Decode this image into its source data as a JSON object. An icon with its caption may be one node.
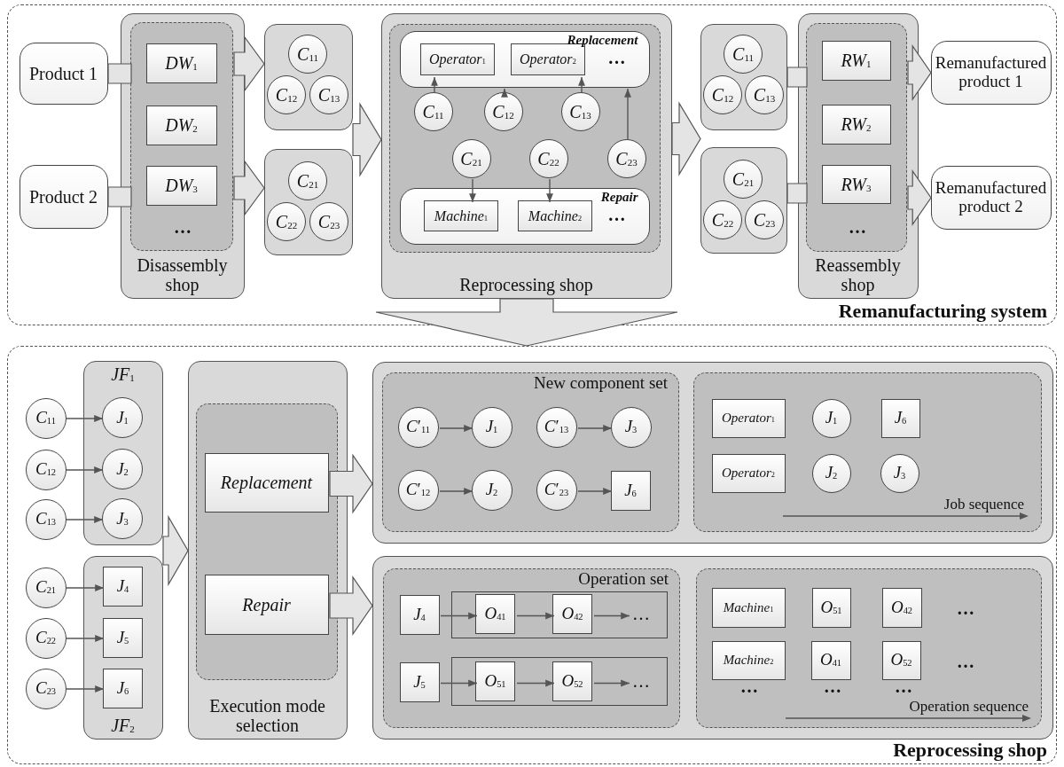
{
  "diagram": {
    "nodes": [
      {
        "text": [
          "Remanufacturing system"
        ]
      },
      {
        "text": [
          "Product 1"
        ],
        "in": 0
      },
      {
        "text": [
          "Product 2"
        ],
        "in": 0
      },
      {
        "text": [
          "Disassembly shop"
        ],
        "in": 0
      },
      {
        "text": [],
        "shape": "box",
        "in": 3
      },
      {
        "text": [
          "*DW*$_{1}$"
        ],
        "in": 4
      },
      {
        "text": [
          "*DW*$_{2}$"
        ],
        "in": 4
      },
      {
        "text": [
          "*DW*$_{3}$"
        ],
        "in": 4
      },
      {
        "text": [],
        "shape": "box",
        "in": 0
      },
      {
        "text": [
          "*C*$_{11}$"
        ],
        "in": 8
      },
      {
        "text": [
          "*C*$_{12}$"
        ],
        "in": 8
      },
      {
        "text": [
          "*C*$_{13}$"
        ],
        "in": 8
      },
      {
        "text": [],
        "shape": "box",
        "in": 0
      },
      {
        "text": [
          "*C*$_{21}$"
        ],
        "in": 12
      },
      {
        "text": [
          "*C*$_{22}$"
        ],
        "in": 12
      },
      {
        "text": [
          "*C*$_{23}$"
        ],
        "in": 12
      },
      {
        "text": [
          "Reprocessing shop"
        ],
        "in": 0
      },
      {
        "text": [],
        "shape": "box",
        "in": 16
      },
      {
        "text": [
          "Replacement",
          "…"
        ],
        "in": 17
      },
      {
        "text": [
          "*Operator*$_{1}$"
        ],
        "in": 18
      },
      {
        "text": [
          "*Operator*$_{2}$"
        ],
        "in": 18
      },
      {
        "text": [
          "*C*$_{11}$"
        ],
        "in": 17
      },
      {
        "text": [
          "*C*$_{12}$"
        ],
        "in": 17
      },
      {
        "text": [
          "*C*$_{13}$"
        ],
        "in": 17
      },
      {
        "text": [
          "*C*$_{21}$"
        ],
        "in": 17
      },
      {
        "text": [
          "*C*$_{22}$"
        ],
        "in": 17
      },
      {
        "text": [
          "*C*$_{23}$"
        ],
        "in": 17
      },
      {
        "text": [
          "Repair",
          "…"
        ],
        "in": 17
      },
      {
        "text": [
          "*Machine*$_{1}$"
        ],
        "in": 27
      },
      {
        "text": [
          "*Machine*$_{2}$"
        ],
        "in": 27
      },
      {
        "text": [],
        "shape": "box",
        "in": 0
      },
      {
        "text": [
          "*C*$_{11}$"
        ],
        "in": 30
      },
      {
        "text": [
          "*C*$_{12}$"
        ],
        "in": 30
      },
      {
        "text": [
          "*C*$_{13}$"
        ],
        "in": 30
      },
      {
        "text": [],
        "shape": "box",
        "in": 0
      },
      {
        "text": [
          "*C*$_{21}$"
        ],
        "in": 34
      },
      {
        "text": [
          "*C*$_{22}$"
        ],
        "in": 34
      },
      {
        "text": [
          "*C*$_{23}$"
        ],
        "in": 34
      },
      {
        "text": [
          "Reassembly shop"
        ],
        "in": 0
      },
      {
        "text": [],
        "shape": "box",
        "in": 38
      },
      {
        "text": [
          "*RW*$_{1}$"
        ],
        "in": 39
      },
      {
        "text": [
          "*RW*$_{2}$"
        ],
        "in": 39
      },
      {
        "text": [
          "*RW*$_{3}$"
        ],
        "in": 39
      },
      {
        "text": [
          "Remanufactured product 1"
        ],
        "in": 0
      },
      {
        "text": [
          "Remanufactured product 2"
        ],
        "in": 0
      },
      {
        "text": [
          "Reprocessing shop"
        ]
      },
      {
        "text": [
          "*C*$_{11}$"
        ],
        "in": 45
      },
      {
        "text": [
          "*C*$_{12}$"
        ],
        "in": 45
      },
      {
        "text": [
          "*C*$_{13}$"
        ],
        "in": 45
      },
      {
        "text": [
          "*JF*$_{1}$"
        ],
        "in": 45
      },
      {
        "text": [
          "*J*$_{1}$"
        ],
        "in": 49
      },
      {
        "text": [
          "*J*$_{2}$"
        ],
        "in": 49
      },
      {
        "text": [
          "*J*$_{3}$"
        ],
        "in": 49
      },
      {
        "text": [
          "*C*$_{21}$"
        ],
        "in": 45
      },
      {
        "text": [
          "*C*$_{22}$"
        ],
        "in": 45
      },
      {
        "text": [
          "*C*$_{23}$"
        ],
        "in": 45
      },
      {
        "text": [
          "*JF*$_{2}$"
        ],
        "in": 45
      },
      {
        "text": [
          "*J*$_{4}$"
        ],
        "in": 56
      },
      {
        "text": [
          "*J*$_{5}$"
        ],
        "in": 56
      },
      {
        "text": [
          "*J*$_{6}$"
        ],
        "in": 56
      },
      {
        "text": [
          "Execution mode selection"
        ],
        "in": 45
      },
      {
        "text": [],
        "shape": "box",
        "in": 60
      },
      {
        "text": [
          "Replacement"
        ],
        "in": 61
      },
      {
        "text": [
          "Repair"
        ],
        "in": 61
      },
      {
        "text": [],
        "shape": "box",
        "in": 45
      },
      {
        "text": [
          "New component set"
        ],
        "in": 64
      },
      {
        "text": [
          "*C*′$_{11}$"
        ],
        "in": 65
      },
      {
        "text": [
          "*J*$_{1}$"
        ],
        "in": 65
      },
      {
        "text": [
          "*C*′$_{13}$"
        ],
        "in": 65
      },
      {
        "text": [
          "*J*$_{3}$"
        ],
        "in": 65
      },
      {
        "text": [
          "*C*′$_{12}$"
        ],
        "in": 65
      },
      {
        "text": [
          "*J*$_{2}$"
        ],
        "in": 65
      },
      {
        "text": [
          "*C*′$_{23}$"
        ],
        "in": 65
      },
      {
        "text": [
          "*J*$_{6}$"
        ],
        "in": 65
      },
      {
        "text": [],
        "shape": "box",
        "in": 64
      },
      {
        "text": [
          "*Operator*$_{1}$"
        ],
        "in": 74
      },
      {
        "text": [
          "*J*$_{1}$"
        ],
        "in": 74
      },
      {
        "text": [
          "*J*$_{6}$"
        ],
        "in": 74
      },
      {
        "text": [
          "*Operator*$_{2}$"
        ],
        "in": 74
      },
      {
        "text": [
          "*J*$_{2}$"
        ],
        "in": 74
      },
      {
        "text": [
          "*J*$_{3}$"
        ],
        "in": 74
      },
      {
        "text": [],
        "shape": "box",
        "in": 45
      },
      {
        "text": [
          "Operation set"
        ],
        "in": 81
      },
      {
        "text": [
          "*J*$_{4}$"
        ],
        "in": 82
      },
      {
        "text": [],
        "shape": "box",
        "in": 82
      },
      {
        "text": [
          "*O*$_{41}$"
        ],
        "in": 84
      },
      {
        "text": [
          "*O*$_{42}$"
        ],
        "in": 84
      },
      {
        "text": [
          "…"
        ],
        "in": 84
      },
      {
        "text": [
          "*J*$_{5}$"
        ],
        "in": 82
      },
      {
        "text": [],
        "shape": "box",
        "in": 82
      },
      {
        "text": [
          "*O*$_{51}$"
        ],
        "in": 89
      },
      {
        "text": [
          "*O*$_{52}$"
        ],
        "in": 89
      },
      {
        "text": [
          "…"
        ],
        "in": 89
      },
      {
        "text": [],
        "shape": "box",
        "in": 81
      },
      {
        "text": [
          "*Machine*$_{1}$"
        ],
        "in": 93
      },
      {
        "text": [
          "*O*$_{51}$"
        ],
        "in": 93
      },
      {
        "text": [
          "*O*$_{42}$"
        ],
        "in": 93
      },
      {
        "text": [
          "*Machine*$_{2}$"
        ],
        "in": 93
      },
      {
        "text": [
          "*O*$_{41}$"
        ],
        "in": 93
      },
      {
        "text": [
          "*O*$_{52}$"
        ],
        "in": 93
      }
    ],
    "edges": [
      {
        "from": 1,
        "to": 4,
        "arrow": "none",
        "style": "thick"
      },
      {
        "from": 2,
        "to": 4,
        "arrow": "none",
        "style": "thick"
      },
      {
        "from": 4,
        "to": 8,
        "arrow": "to",
        "style": "thick"
      },
      {
        "from": 4,
        "to": 12,
        "arrow": "to",
        "style": "thick"
      },
      {
        "from": 8,
        "to": 16,
        "arrow": "to",
        "style": "thick"
      },
      {
        "from": 12,
        "to": 16,
        "arrow": "to",
        "style": "thick"
      },
      {
        "from": 21,
        "to": 19,
        "arrow": "to"
      },
      {
        "from": 22,
        "to": 18,
        "arrow": "to"
      },
      {
        "from": 23,
        "to": 20,
        "arrow": "to"
      },
      {
        "from": 26,
        "to": 18,
        "arrow": "to"
      },
      {
        "from": 24,
        "to": 28,
        "arrow": "to"
      },
      {
        "from": 25,
        "to": 29,
        "arrow": "to"
      },
      {
        "from": 16,
        "to": 30,
        "arrow": "to",
        "style": "thick"
      },
      {
        "from": 16,
        "to": 34,
        "arrow": "to",
        "style": "thick"
      },
      {
        "from": 30,
        "to": 39,
        "arrow": "none",
        "style": "thick"
      },
      {
        "from": 34,
        "to": 39,
        "arrow": "none",
        "style": "thick"
      },
      {
        "from": 39,
        "to": 43,
        "arrow": "to",
        "style": "thick"
      },
      {
        "from": 39,
        "to": 44,
        "arrow": "to",
        "style": "thick"
      },
      {
        "from": 16,
        "to": 45,
        "arrow": "to",
        "style": "thick"
      },
      {
        "from": 46,
        "to": 50,
        "arrow": "to"
      },
      {
        "from": 47,
        "to": 51,
        "arrow": "to"
      },
      {
        "from": 48,
        "to": 52,
        "arrow": "to"
      },
      {
        "from": 53,
        "to": 57,
        "arrow": "to"
      },
      {
        "from": 54,
        "to": 58,
        "arrow": "to"
      },
      {
        "from": 55,
        "to": 59,
        "arrow": "to"
      },
      {
        "from": 49,
        "to": 60,
        "arrow": "to",
        "style": "thick"
      },
      {
        "from": 56,
        "to": 60,
        "arrow": "to",
        "style": "thick"
      },
      {
        "from": 62,
        "to": 64,
        "arrow": "to",
        "style": "thick"
      },
      {
        "from": 63,
        "to": 81,
        "arrow": "to",
        "style": "thick"
      },
      {
        "from": 66,
        "to": 67,
        "arrow": "to"
      },
      {
        "from": 68,
        "to": 69,
        "arrow": "to"
      },
      {
        "from": 70,
        "to": 71,
        "arrow": "to"
      },
      {
        "from": 72,
        "to": 73,
        "arrow": "to"
      },
      {
        "from": 83,
        "to": 85,
        "arrow": "to"
      },
      {
        "from": 85,
        "to": 86,
        "arrow": "to"
      },
      {
        "from": 86,
        "to": 87,
        "arrow": "to"
      },
      {
        "from": 88,
        "to": 90,
        "arrow": "to"
      },
      {
        "from": 90,
        "to": 91,
        "arrow": "to"
      },
      {
        "from": 91,
        "to": 92,
        "arrow": "to"
      }
    ],
    "labels": [
      "…",
      "…",
      "Job sequence",
      "…",
      "…",
      "…",
      "…",
      "…",
      "Operation sequence"
    ]
  }
}
